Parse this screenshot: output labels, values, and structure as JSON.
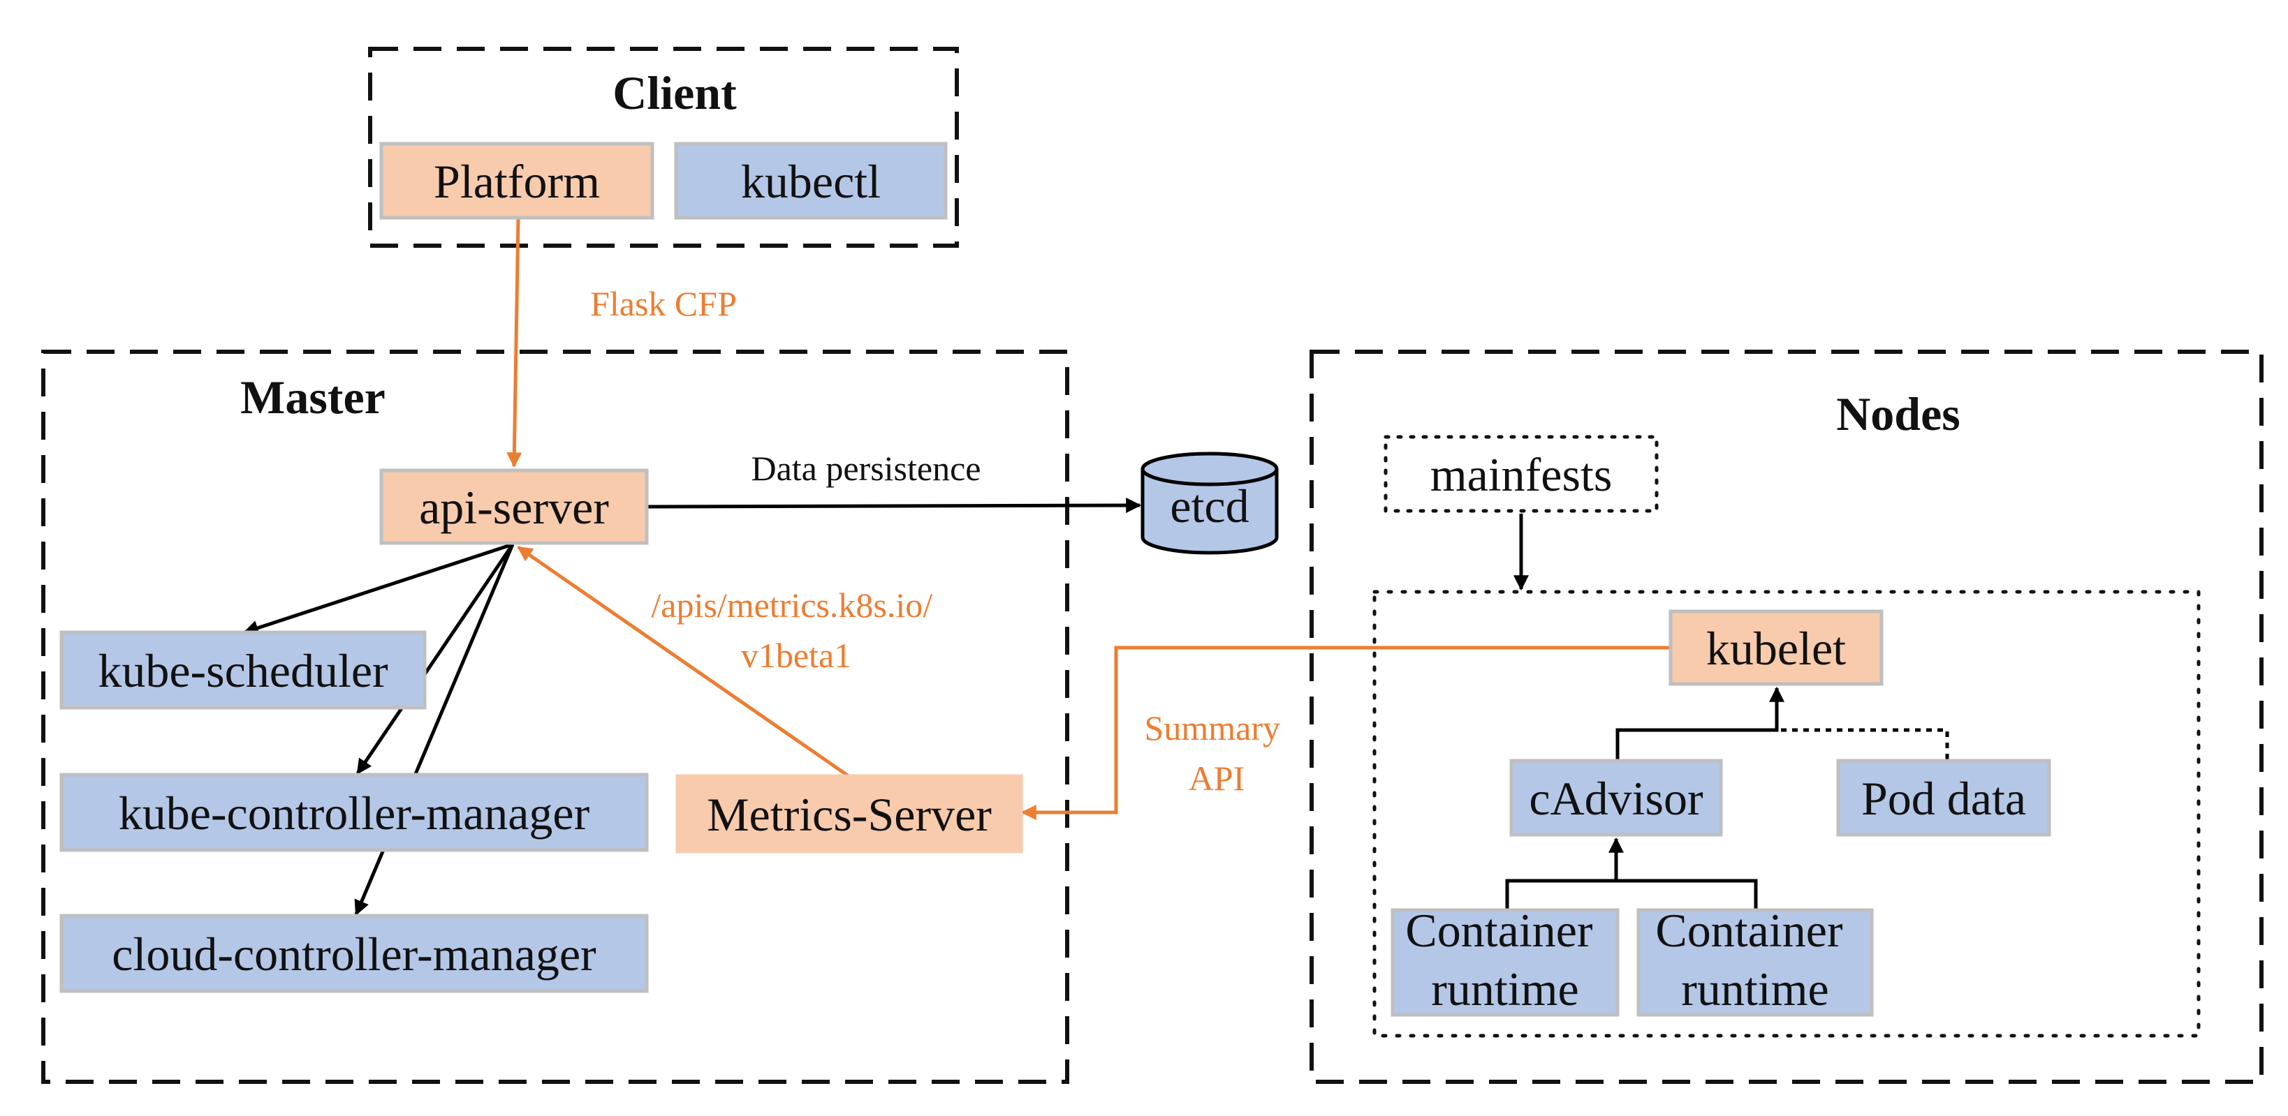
{
  "colors": {
    "orange_fill": "#F8CBAD",
    "blue_fill": "#B4C7E7",
    "box_stroke": "#BFBFBF",
    "orange_line": "#ED7D31",
    "black_line": "#000000"
  },
  "groups": {
    "client": "Client",
    "master": "Master",
    "nodes": "Nodes"
  },
  "components": {
    "platform": "Platform",
    "kubectl": "kubectl",
    "api_server": "api-server",
    "etcd": "etcd",
    "kube_scheduler": "kube-scheduler",
    "kube_controller_manager": "kube-controller-manager",
    "cloud_controller_manager": "cloud-controller-manager",
    "metrics_server": "Metrics-Server",
    "mainfests": "mainfests",
    "kubelet": "kubelet",
    "cadvisor": "cAdvisor",
    "pod_data": "Pod data",
    "container_runtime_1": [
      "Container",
      "runtime"
    ],
    "container_runtime_2": [
      "Container",
      "runtime"
    ]
  },
  "edge_labels": {
    "flask_cfp": "Flask CFP",
    "data_persistence": "Data persistence",
    "metrics_api": [
      "/apis/metrics.k8s.io/",
      "v1beta1"
    ],
    "summary_api": [
      "Summary",
      "API"
    ]
  }
}
